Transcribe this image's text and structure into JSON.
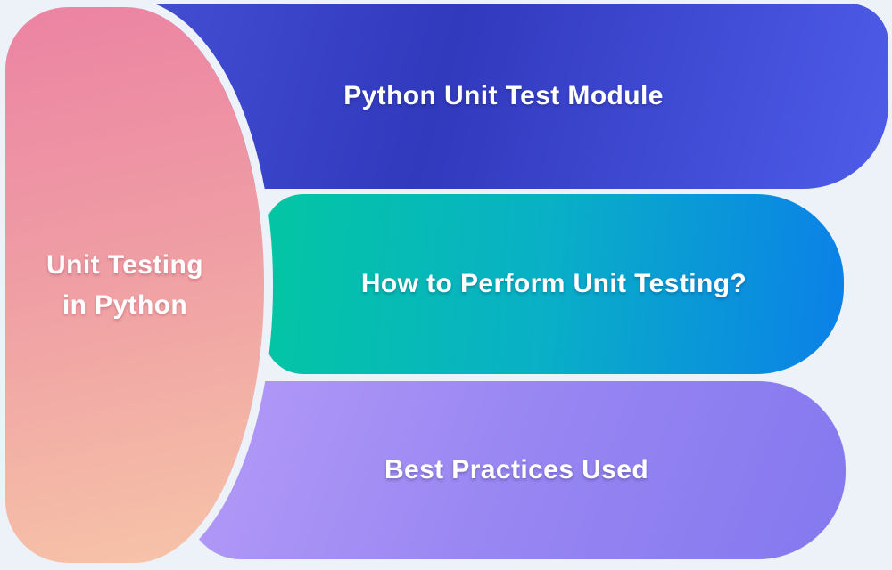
{
  "page": {
    "background_color": "#edf1f8",
    "text_color": "#ffffff"
  },
  "diagram": {
    "center_node": {
      "label_line1": "Unit Testing",
      "label_line2": "in Python",
      "gradient_top": "#ec83a3",
      "gradient_bottom": "#f7c5a8"
    },
    "branches": [
      {
        "id": "python-unit-test-module",
        "label": "Python Unit Test Module",
        "gradient_start": "#4450d4",
        "gradient_end": "#4e5ce9"
      },
      {
        "id": "how-to-perform-unit-testing",
        "label": "How to Perform Unit Testing?",
        "gradient_start": "#03c6a3",
        "gradient_end": "#0b80e8"
      },
      {
        "id": "best-practices-used",
        "label": "Best Practices Used",
        "gradient_start": "#b49bf7",
        "gradient_end": "#8478ef"
      }
    ]
  }
}
